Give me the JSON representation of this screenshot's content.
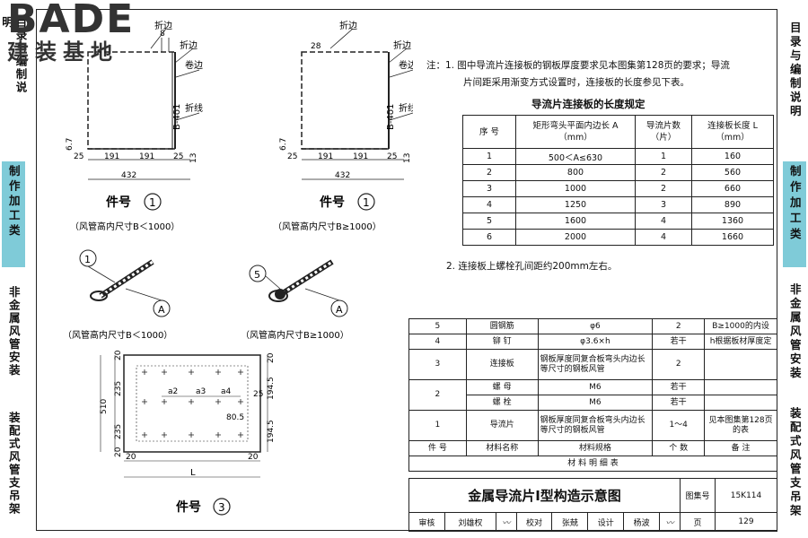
{
  "logo": {
    "word": "BADE",
    "sub": "建装基地"
  },
  "side_tabs": [
    {
      "label": "目录与编制说明",
      "active": false
    },
    {
      "label": "制作加工类",
      "active": true
    },
    {
      "label": "非金属风管安装",
      "active": false
    },
    {
      "label": "装配式风管支吊架",
      "active": false
    }
  ],
  "drawing": {
    "callouts": {
      "fold": "折边",
      "curl": "卷边",
      "fold_line": "折线",
      "thickness": "B-4δ1"
    },
    "dims": {
      "edge_28": "28",
      "edge_8": "8",
      "side_13": "13",
      "side_6_7": "6.7",
      "seg_25": "25",
      "seg_191": "191",
      "total_432": "432"
    },
    "part1_label": "件号",
    "part1_num": "1",
    "caption_small": "（风管高内尺寸B＜1000）",
    "caption_large": "（风管高内尺寸B≥1000）",
    "detail_label": "A",
    "detail_num_1": "1",
    "detail_num_5": "5",
    "plate_dims": {
      "d20": "20",
      "d235": "235",
      "d510": "510",
      "d194_5": "194.5",
      "a2": "a2",
      "a3": "a3",
      "a4": "a4",
      "d25": "25",
      "d80_5": "80.5",
      "L": "L"
    },
    "part3_label": "件号",
    "part3_num": "3"
  },
  "notes": {
    "prefix": "注：",
    "n1_line1": "1. 图中导流片连接板的钢板厚度要求见本图集第128页的要求；导流",
    "n1_line2": "片间距采用渐变方式设置时，连接板的长度参见下表。",
    "table_title": "导流片连接板的长度规定",
    "n2": "2. 连接板上螺栓孔间距约200mm左右。"
  },
  "length_table": {
    "headers": [
      "序  号",
      "矩形弯头平面内边长 A\n（mm）",
      "导流片数\n（片）",
      "连接板长度 L\n（mm）"
    ],
    "rows": [
      [
        "1",
        "500＜A≤630",
        "1",
        "160"
      ],
      [
        "2",
        "800",
        "2",
        "560"
      ],
      [
        "3",
        "1000",
        "2",
        "660"
      ],
      [
        "4",
        "1250",
        "3",
        "890"
      ],
      [
        "5",
        "1600",
        "4",
        "1360"
      ],
      [
        "6",
        "2000",
        "4",
        "1660"
      ]
    ]
  },
  "parts_table": {
    "rows": [
      {
        "no": "5",
        "name": "圆钢筋",
        "spec": "φ6",
        "qty": "2",
        "remark": "B≥1000的内设"
      },
      {
        "no": "4",
        "name": "铆  钉",
        "spec": "φ3.6×h",
        "qty": "若干",
        "remark": "h根据板材厚度定"
      },
      {
        "no": "3",
        "name": "连接板",
        "spec": "钢板厚度同复合板弯头内边长等尺寸的钢板风管",
        "qty": "2",
        "remark": ""
      },
      {
        "no": "2",
        "name": "螺  母",
        "spec": "M6",
        "qty": "若干",
        "remark": ""
      },
      {
        "no": "",
        "name": "螺  栓",
        "spec": "M6",
        "qty": "若干",
        "remark": ""
      },
      {
        "no": "1",
        "name": "导流片",
        "spec": "钢板厚度同复合板弯头内边长等尺寸的钢板风管",
        "qty": "1～4",
        "remark": "见本图集第128页的表"
      }
    ],
    "header": {
      "no": "件  号",
      "name": "材料名称",
      "spec": "材料规格",
      "qty": "个  数",
      "remark": "备  注"
    },
    "caption": "材  料  明  细  表"
  },
  "title_block": {
    "title": "金属导流片Ⅰ型构造示意图",
    "atlas_label": "图集号",
    "atlas_no": "15K114",
    "review": "审核",
    "reviewer": "刘雄权",
    "check": "校对",
    "checker": "张兢",
    "design": "设计",
    "designer": "杨波",
    "page_label": "页",
    "page_no": "129"
  }
}
